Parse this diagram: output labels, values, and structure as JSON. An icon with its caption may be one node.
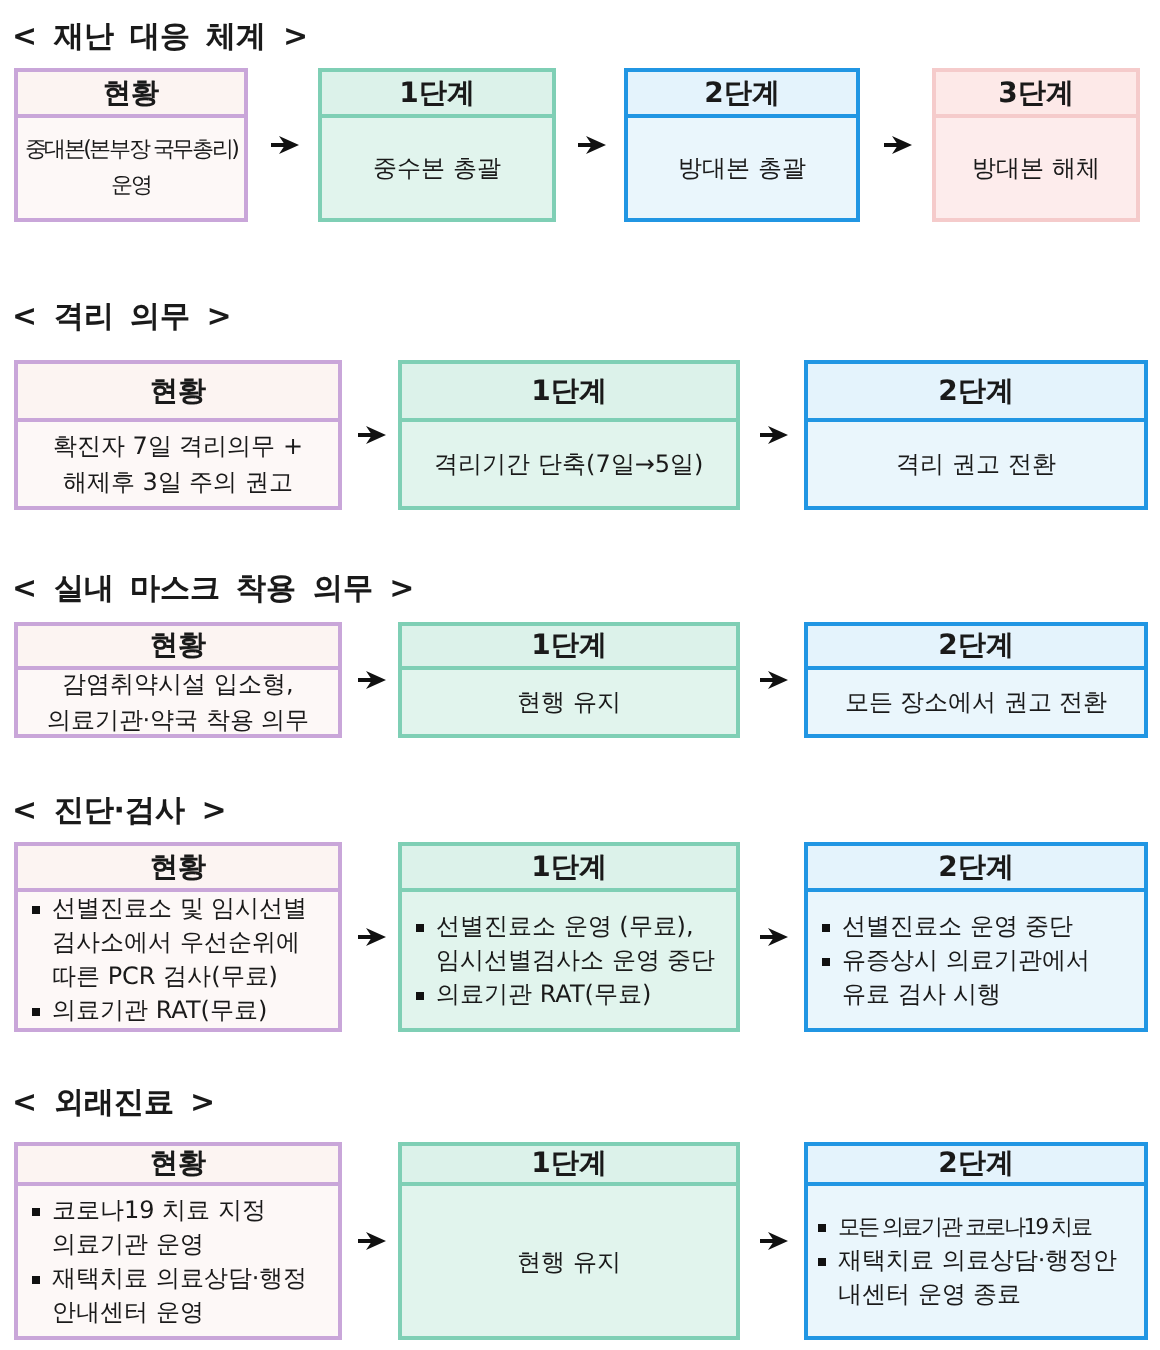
{
  "diagram": {
    "nodes": [
      {
        "text": [
          "현황",
          "중대본(본부장 국무총리) 운영"
        ]
      },
      {
        "text": [
          "1단계",
          "중수본 총괄"
        ]
      },
      {
        "text": [
          "2단계",
          "방대본 총괄"
        ]
      },
      {
        "text": [
          "3단계",
          "방대본 해체"
        ]
      },
      {
        "text": [
          "현황",
          "확진자 7일 격리의무 + 해제후 3일 주의 권고"
        ]
      },
      {
        "text": [
          "1단계",
          "격리기간 단축(7일→5일)"
        ]
      },
      {
        "text": [
          "2단계",
          "격리 권고 전환"
        ]
      },
      {
        "text": [
          "현황",
          "감염취약시설 입소형, 의료기관·약국 착용 의무"
        ]
      },
      {
        "text": [
          "1단계",
          "현행 유지"
        ]
      },
      {
        "text": [
          "2단계",
          "모든 장소에서 권고 전환"
        ]
      },
      {
        "text": [
          "현황",
          "선별진료소 및 임시선별검사소에서 우선순위에 따른 PCR 검사(무료)",
          "의료기관 RAT(무료)"
        ]
      },
      {
        "text": [
          "1단계",
          "선별진료소 운영 (무료), 임시선별검사소 운영 중단",
          "의료기관 RAT(무료)"
        ]
      },
      {
        "text": [
          "2단계",
          "선별진료소 운영 중단",
          "유증상시 의료기관에서 유료 검사 시행"
        ]
      },
      {
        "text": [
          "현황",
          "코로나19 치료 지정 의료기관 운영",
          "재택치료 의료상담·행정안내센터 운영"
        ]
      },
      {
        "text": [
          "1단계",
          "현행 유지"
        ]
      },
      {
        "text": [
          "2단계",
          "모든 의료기관 코로나19 치료",
          "재택치료 의료상담·행정안내센터 운영 종료"
        ]
      }
    ],
    "edges": [
      {
        "from": 0,
        "to": 1,
        "arrow": "to"
      },
      {
        "from": 1,
        "to": 2,
        "arrow": "to"
      },
      {
        "from": 2,
        "to": 3,
        "arrow": "to"
      },
      {
        "from": 4,
        "to": 5,
        "arrow": "to"
      },
      {
        "from": 5,
        "to": 6,
        "arrow": "to"
      },
      {
        "from": 7,
        "to": 8,
        "arrow": "to"
      },
      {
        "from": 8,
        "to": 9,
        "arrow": "to"
      },
      {
        "from": 10,
        "to": 11,
        "arrow": "to"
      },
      {
        "from": 11,
        "to": 12,
        "arrow": "to"
      },
      {
        "from": 13,
        "to": 14,
        "arrow": "to"
      },
      {
        "from": 14,
        "to": 15,
        "arrow": "to"
      }
    ],
    "labels": [
      "< 재난 대응 체계 >",
      "< 격리 의무 >",
      "< 실내 마스크 착용 의무 >",
      "< 진단·검사 >",
      "< 외래진료 >"
    ]
  }
}
